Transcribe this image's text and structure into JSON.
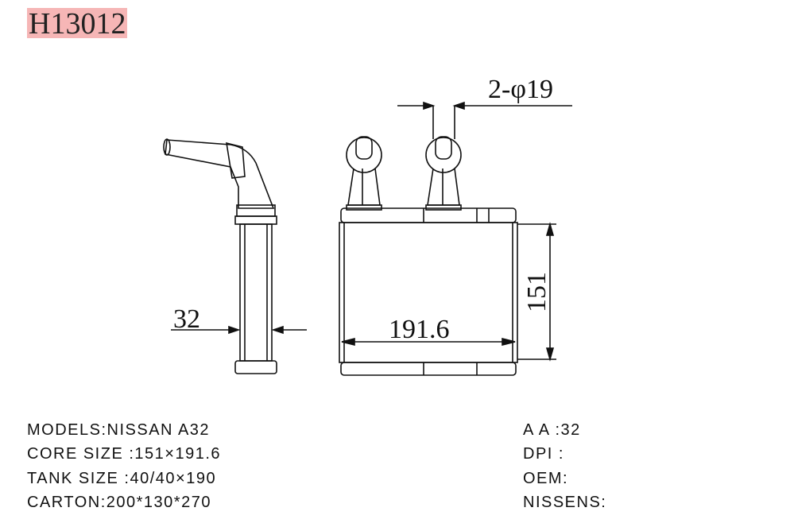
{
  "title": "H13012",
  "dimensions": {
    "pipe_spec": "2-φ19",
    "tank_width": "32",
    "core_width": "191.6",
    "core_height": "151"
  },
  "specs_left": [
    {
      "label": "MODELS:",
      "value": "NISSAN A32"
    },
    {
      "label": "CORE SIZE :",
      "value": "151×191.6"
    },
    {
      "label": "TANK SIZE :",
      "value": "40/40×190"
    },
    {
      "label": "CARTON:",
      "value": "200*130*270"
    }
  ],
  "specs_right": [
    {
      "label": "A A :",
      "value": "32"
    },
    {
      "label": "DPI :",
      "value": ""
    },
    {
      "label": "OEM:",
      "value": ""
    },
    {
      "label": "NISSENS:",
      "value": ""
    }
  ]
}
